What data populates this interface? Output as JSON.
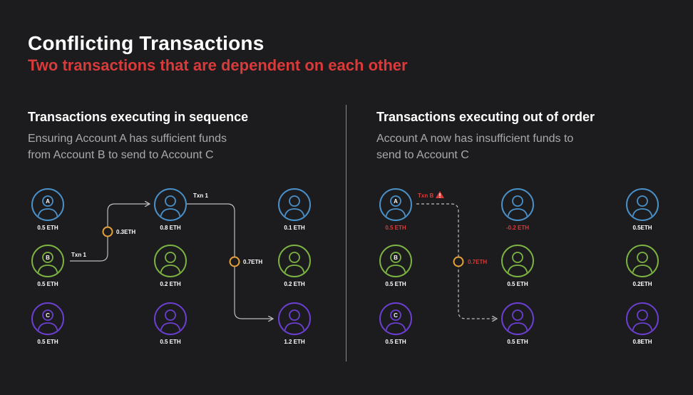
{
  "title": "Conflicting Transactions",
  "subtitle": "Two transactions that are dependent on each other",
  "colors": {
    "a": "#4a90c8",
    "b": "#7cb342",
    "c": "#6a3fd0",
    "neg": "#d93a3a",
    "dot": "#e8a23a",
    "arrow": "#bdbdbd"
  },
  "left_panel": {
    "heading": "Transactions executing in sequence",
    "description": "Ensuring Account A has sufficient funds\nfrom Account B to send to Account C",
    "accounts": [
      {
        "id": "a1",
        "letter": "A",
        "color": "a",
        "amount": "0.5 ETH"
      },
      {
        "id": "b1",
        "letter": "B",
        "color": "b",
        "amount": "0.5 ETH"
      },
      {
        "id": "c1",
        "letter": "C",
        "color": "c",
        "amount": "0.5 ETH"
      },
      {
        "id": "a2",
        "color": "a",
        "amount": "0.8 ETH"
      },
      {
        "id": "b2",
        "color": "b",
        "amount": "0.2 ETH"
      },
      {
        "id": "c2",
        "color": "c",
        "amount": "0.5 ETH"
      },
      {
        "id": "a3",
        "color": "a",
        "amount": "0.1 ETH"
      },
      {
        "id": "b3",
        "color": "b",
        "amount": "0.2 ETH"
      },
      {
        "id": "c3",
        "color": "c",
        "amount": "1.2 ETH"
      }
    ],
    "edges": [
      {
        "label": "Txn 1",
        "amount": "0.3ETH"
      },
      {
        "label": "Txn 1",
        "amount": "0.7ETH"
      }
    ]
  },
  "right_panel": {
    "heading": "Transactions executing out of order",
    "description": "Account A now has insufficient funds to\nsend to Account C",
    "accounts": [
      {
        "id": "a1",
        "letter": "A",
        "color": "a",
        "amount": "0.5 ETH",
        "negative": true
      },
      {
        "id": "b1",
        "letter": "B",
        "color": "b",
        "amount": "0.5 ETH"
      },
      {
        "id": "c1",
        "letter": "C",
        "color": "c",
        "amount": "0.5 ETH"
      },
      {
        "id": "a2",
        "color": "a",
        "amount": "-0.2 ETH",
        "negative": true
      },
      {
        "id": "b2",
        "color": "b",
        "amount": "0.5 ETH"
      },
      {
        "id": "c2",
        "color": "c",
        "amount": "0.5 ETH"
      },
      {
        "id": "a3",
        "color": "a",
        "amount": "0.5ETH"
      },
      {
        "id": "b3",
        "color": "b",
        "amount": "0.2ETH"
      },
      {
        "id": "c3",
        "color": "c",
        "amount": "0.8ETH"
      }
    ],
    "edges": [
      {
        "label": "Txn B",
        "amount": "0.7ETH",
        "warning": true
      }
    ]
  }
}
